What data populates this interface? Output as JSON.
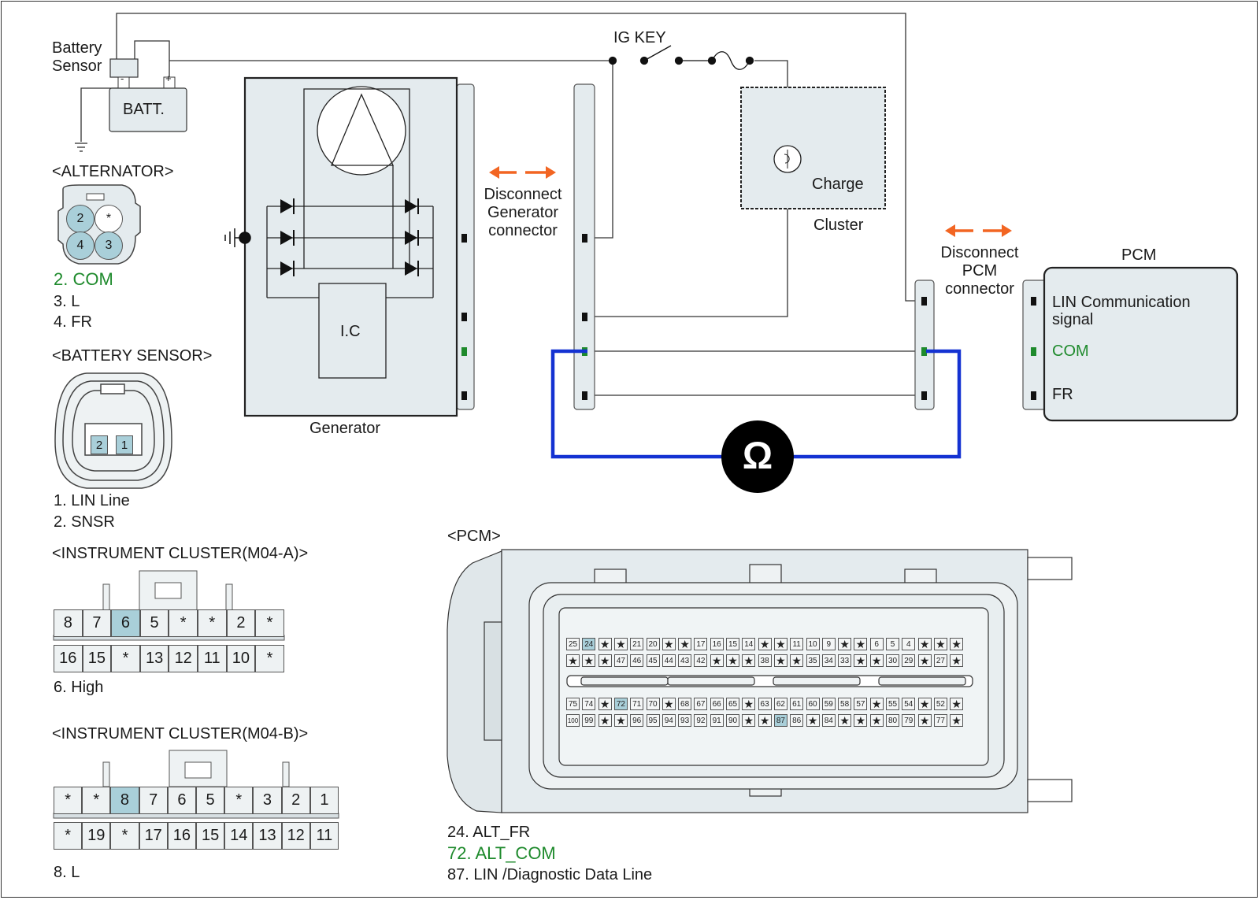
{
  "battery": {
    "sensor_label_1": "Battery",
    "sensor_label_2": "Sensor",
    "batt_label": "BATT.",
    "neg": "-",
    "pos": "+"
  },
  "ig_key_label": "IG KEY",
  "alternator": {
    "title": "<ALTERNATOR>",
    "pins": [
      "2",
      "*",
      "4",
      "3"
    ],
    "highlight": [
      "2",
      "4",
      "3"
    ],
    "legend": [
      {
        "text": "2. COM",
        "color": "green"
      },
      {
        "text": "3. L",
        "color": "black"
      },
      {
        "text": "4. FR",
        "color": "black"
      }
    ]
  },
  "battery_sensor": {
    "title": "<BATTERY SENSOR>",
    "pins": [
      "2",
      "1"
    ],
    "legend": [
      "1. LIN Line",
      "2. SNSR"
    ]
  },
  "cluster_a": {
    "title": "<INSTRUMENT CLUSTER(M04-A)>",
    "row1": [
      "8",
      "7",
      "6",
      "5",
      "*",
      "*",
      "2",
      "*"
    ],
    "row2": [
      "16",
      "15",
      "*",
      "13",
      "12",
      "11",
      "10",
      "*"
    ],
    "highlight": [
      "6"
    ],
    "legend": "6. High"
  },
  "cluster_b": {
    "title": "<INSTRUMENT CLUSTER(M04-B)>",
    "row1": [
      "*",
      "*",
      "8",
      "7",
      "6",
      "5",
      "*",
      "3",
      "2",
      "1"
    ],
    "row2": [
      "*",
      "19",
      "*",
      "17",
      "16",
      "15",
      "14",
      "13",
      "12",
      "11"
    ],
    "highlight": [
      "8"
    ],
    "legend": "8. L"
  },
  "generator": {
    "label": "Generator",
    "ic_label": "I.C"
  },
  "generator_connector": {
    "line1": "Disconnect",
    "line2": "Generator",
    "line3": "connector"
  },
  "cluster": {
    "charge_label": "Charge",
    "label": "Cluster"
  },
  "pcm_connector": {
    "line1": "Disconnect",
    "line2": "PCM",
    "line3": "connector"
  },
  "pcm_box": {
    "title": "PCM",
    "signal_1": "LIN Communication",
    "signal_1b": "signal",
    "signal_2": "COM",
    "signal_3": "FR"
  },
  "ohm_symbol": "Ω",
  "pcm_pinout": {
    "title": "<PCM>",
    "row1": [
      "25",
      "24",
      "*",
      "*",
      "21",
      "20",
      "*",
      "*",
      "17",
      "16",
      "15",
      "14",
      "*",
      "*",
      "11",
      "10",
      "9",
      "*",
      "*",
      "6",
      "5",
      "4",
      "*",
      "*",
      "*"
    ],
    "row2": [
      "*",
      "*",
      "*",
      "47",
      "46",
      "45",
      "44",
      "43",
      "42",
      "*",
      "*",
      "*",
      "38",
      "*",
      "*",
      "35",
      "34",
      "33",
      "*",
      "*",
      "30",
      "29",
      "*",
      "27",
      "*"
    ],
    "row3": [
      "75",
      "74",
      "*",
      "72",
      "71",
      "70",
      "*",
      "68",
      "67",
      "66",
      "65",
      "*",
      "63",
      "62",
      "61",
      "60",
      "59",
      "58",
      "57",
      "*",
      "55",
      "54",
      "*",
      "52",
      "*"
    ],
    "row4": [
      "100",
      "99",
      "*",
      "*",
      "96",
      "95",
      "94",
      "93",
      "92",
      "91",
      "90",
      "*",
      "*",
      "87",
      "86",
      "*",
      "84",
      "*",
      "*",
      "*",
      "80",
      "79",
      "*",
      "77",
      "*"
    ],
    "highlight": [
      "24",
      "72",
      "87"
    ],
    "legend": [
      {
        "text": "24. ALT_FR",
        "color": "black"
      },
      {
        "text": "72. ALT_COM",
        "color": "green"
      },
      {
        "text": "87. LIN /Diagnostic Data Line",
        "color": "black"
      }
    ]
  },
  "colors": {
    "green": "#1e8a2c",
    "blue_meter_wire": "#1432d2",
    "orange_arrow": "#f26522",
    "connector_highlight": "#a9cfd9",
    "box_fill": "#e4ebee"
  }
}
